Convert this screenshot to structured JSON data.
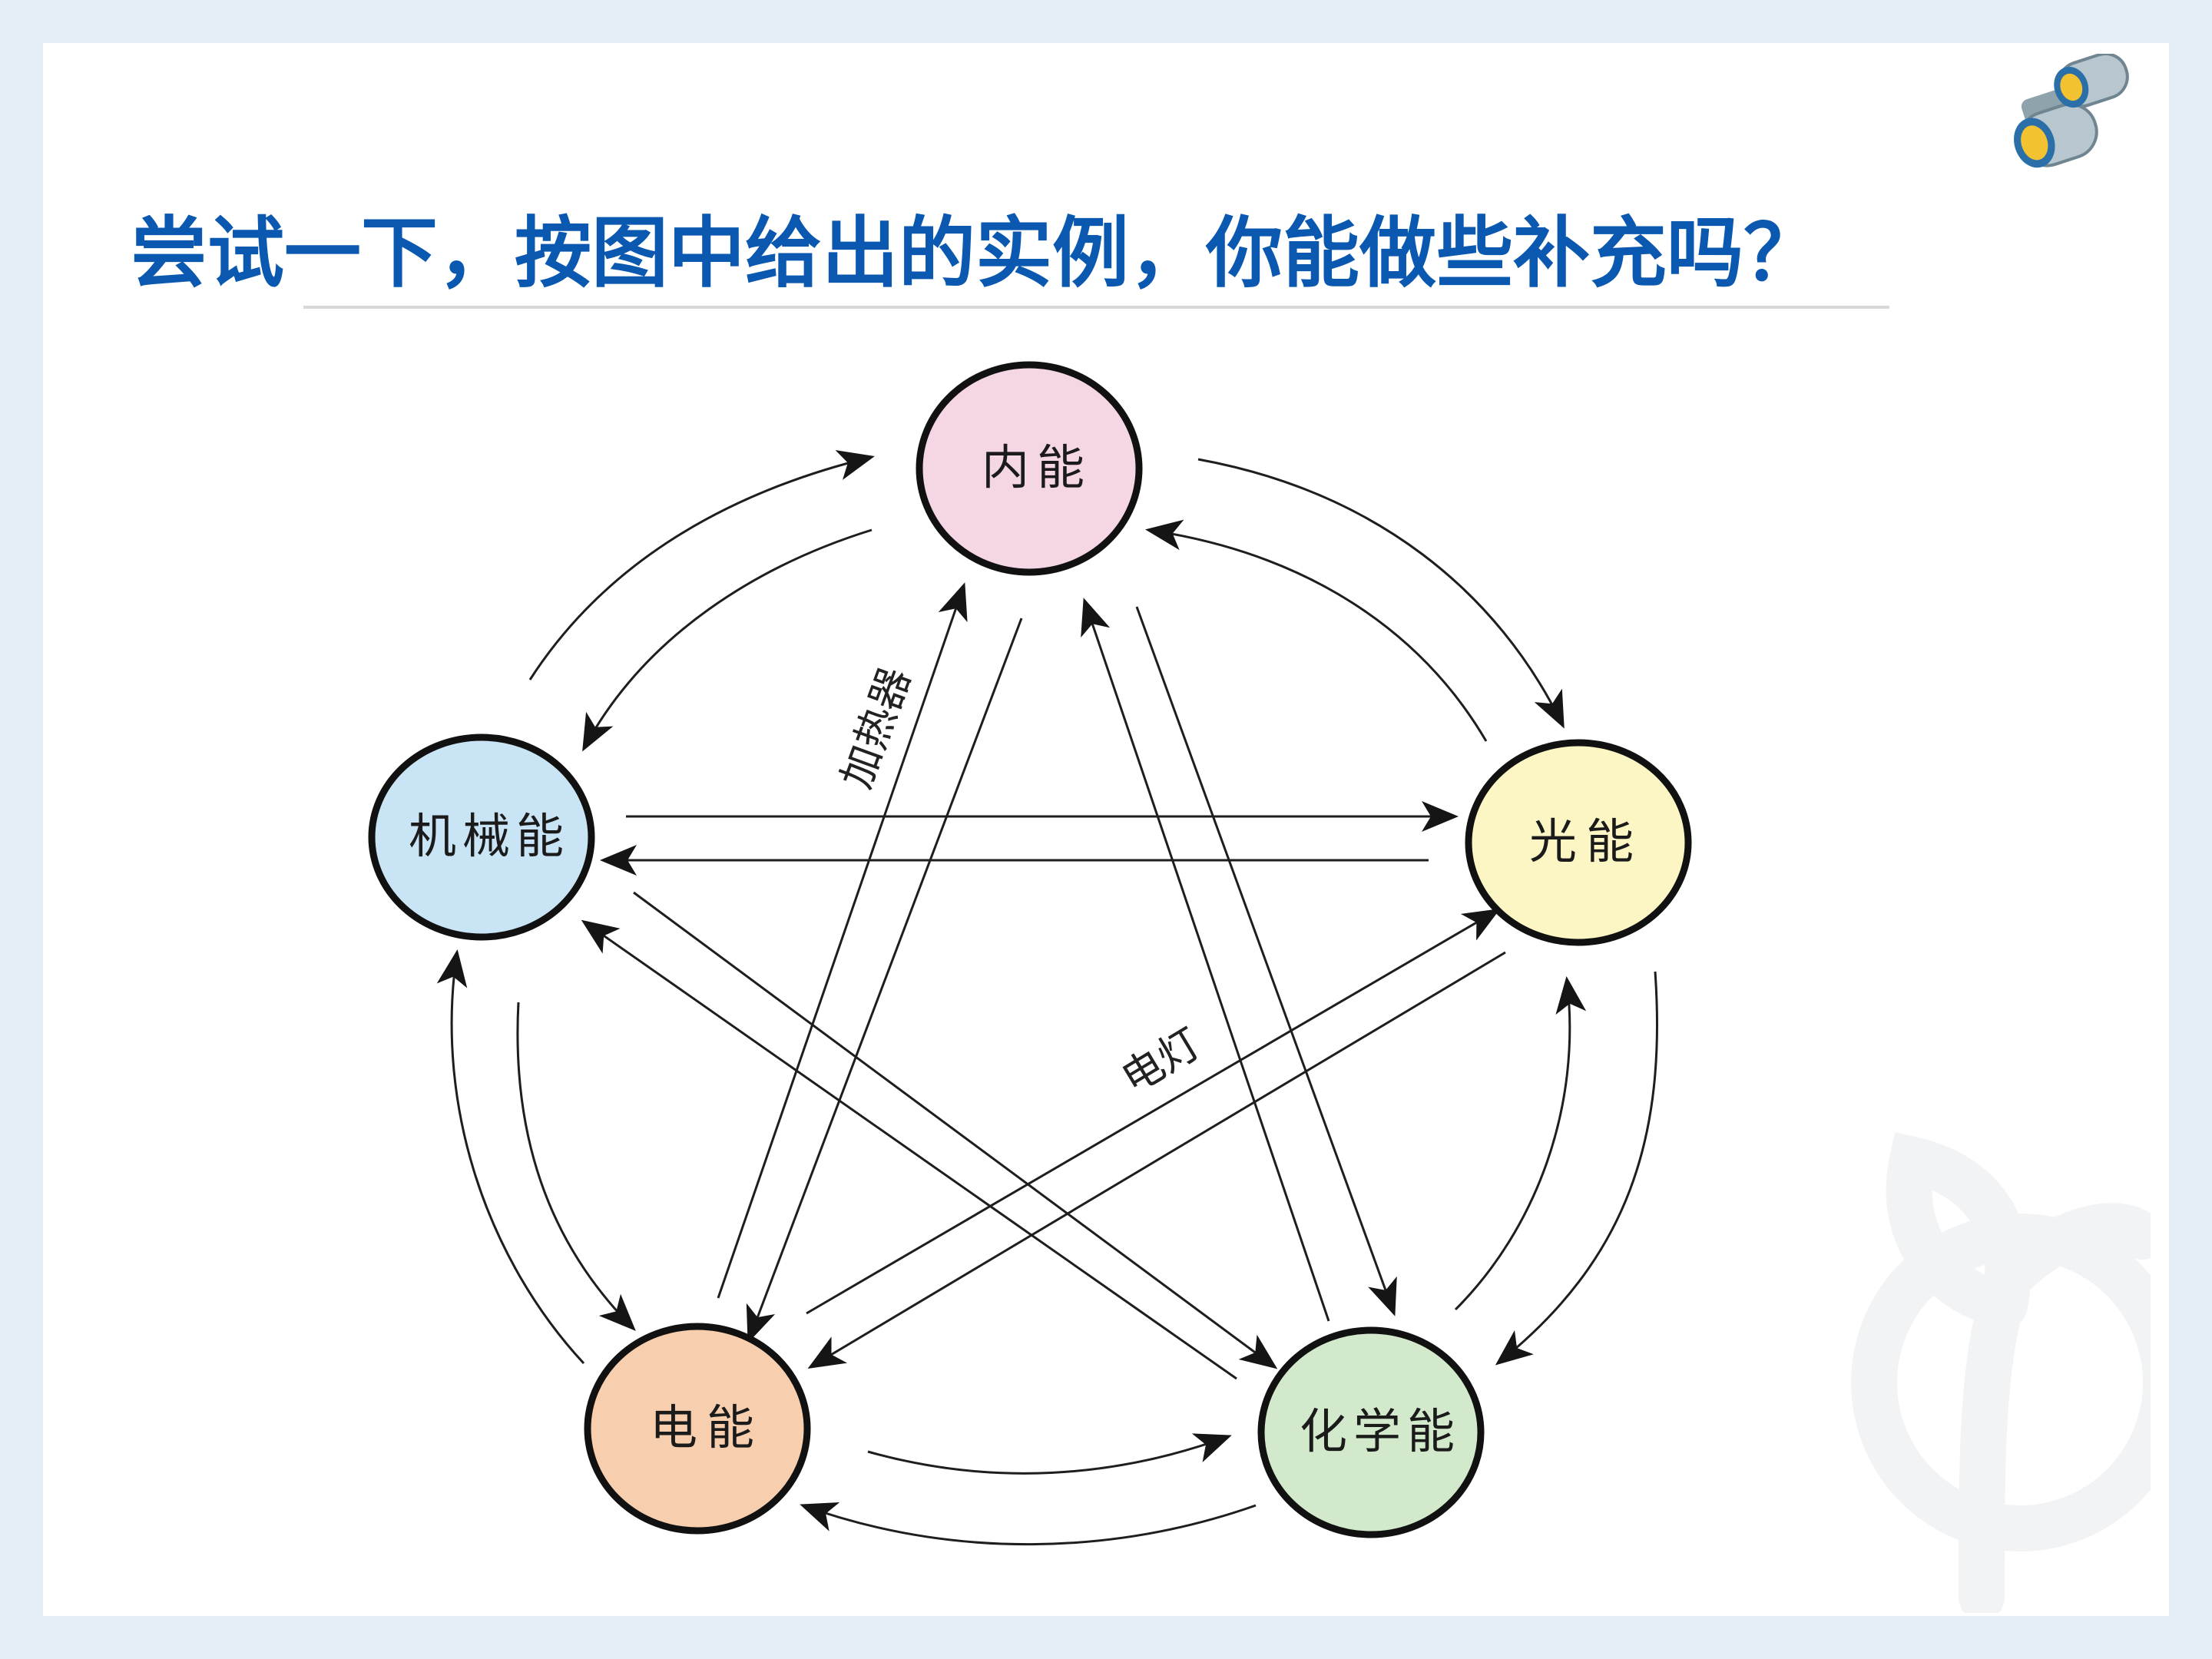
{
  "title": "尝试一下，按图中给出的实例，你能做些补充吗？",
  "icons": {
    "corner": "binoculars-icon",
    "background": "sprout-watermark-icon"
  },
  "colors": {
    "title": "#0a58b0",
    "neineng": "#f4d6e4",
    "guangneng": "#fbf6c4",
    "huaxueneng": "#d2eacb",
    "dianneng": "#f7cfaf",
    "jixieneng": "#c9e4f5"
  },
  "diagram": {
    "nodes": {
      "neineng": "内能",
      "guangneng": "光能",
      "huaxueneng": "化学能",
      "dianneng": "电能",
      "jixieneng": "机械能"
    },
    "annotations": {
      "heater": "加热器",
      "lamp": "电灯"
    }
  }
}
